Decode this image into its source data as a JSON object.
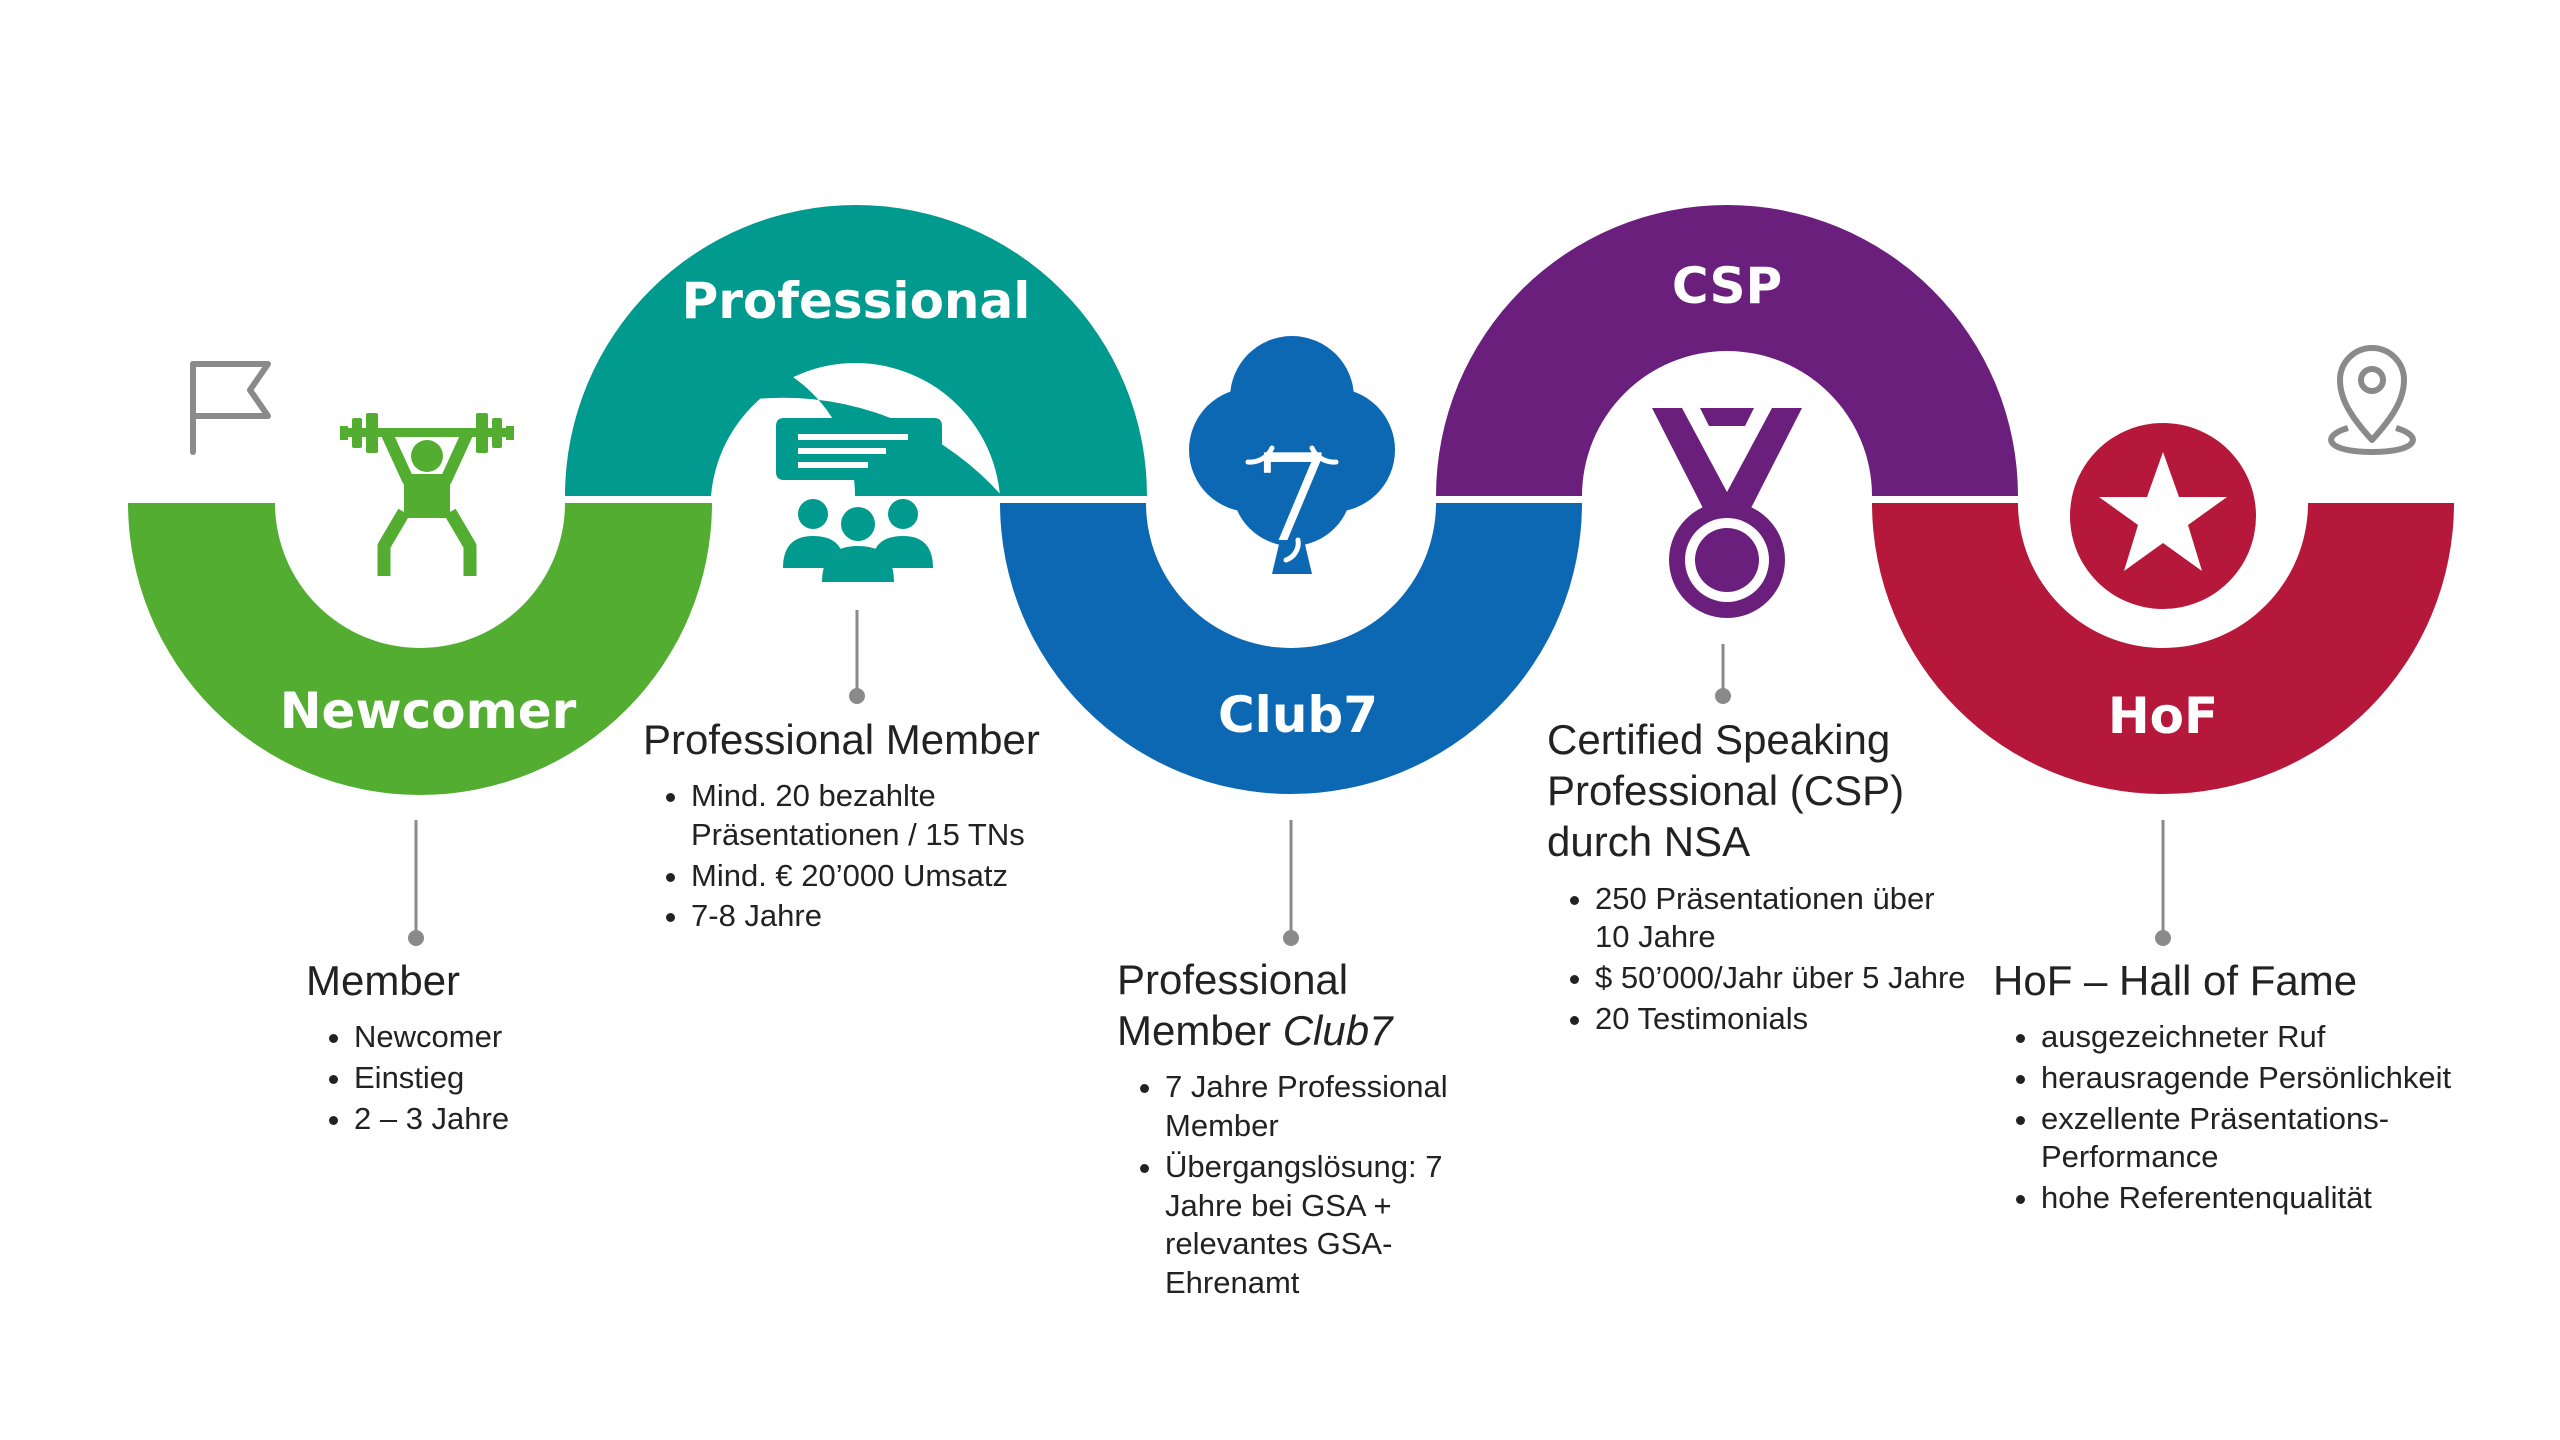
{
  "colors": {
    "newcomer": "#52ad31",
    "professional": "#009a8e",
    "club7": "#0d68b3",
    "csp": "#6b1f7c",
    "hof": "#b5183a",
    "connector": "#8a8a8a",
    "outline_icon": "#8a8a8a",
    "text": "#222222"
  },
  "stages": [
    {
      "band_label": "Newcomer",
      "icon": "weightlifter-icon",
      "title": "Member",
      "bullets": [
        "Newcomer",
        "Einstieg",
        "2 – 3 Jahre"
      ]
    },
    {
      "band_label": "Professional",
      "icon": "audience-presentation-icon",
      "title": "Professional Member",
      "bullets": [
        "Mind. 20 bezahlte Präsentationen / 15 TNs",
        "Mind. € 20’000 Umsatz",
        "7-8 Jahre"
      ]
    },
    {
      "band_label": "Club7",
      "icon": "club7-clover-icon",
      "icon_text": "7",
      "title_prefix": "Professional Member ",
      "title_italic": "Club7",
      "bullets": [
        "7 Jahre Professional Member",
        "Übergangslösung: 7 Jahre bei GSA + relevantes GSA-Ehrenamt"
      ]
    },
    {
      "band_label": "CSP",
      "icon": "medal-icon",
      "title": "Certified Speaking Professional (CSP) durch NSA",
      "bullets": [
        "250 Präsentationen über 10 Jahre",
        "$ 50’000/Jahr über 5 Jahre",
        "20 Testimonials"
      ]
    },
    {
      "band_label": "HoF",
      "icon": "star-badge-icon",
      "title": "HoF – Hall of Fame",
      "bullets": [
        "ausgezeichneter Ruf",
        "herausragende Persönlichkeit",
        "exzellente Präsentations-Performance",
        "hohe Referentenqualität"
      ]
    }
  ],
  "start_icon": "flag-icon",
  "end_icon": "location-pin-icon"
}
